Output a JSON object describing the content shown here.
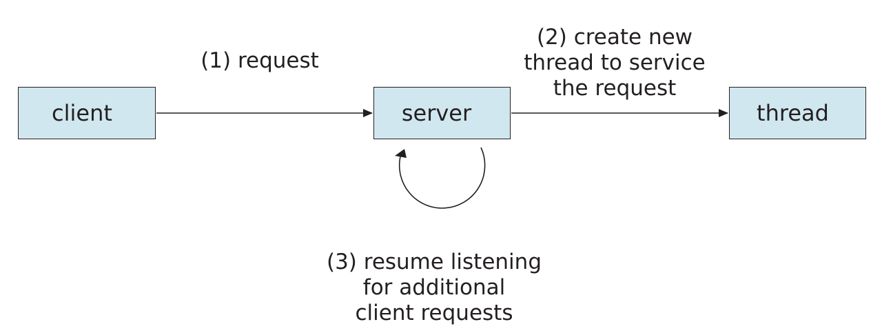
{
  "colors": {
    "box_fill": "#d1e7f0",
    "stroke": "#231f20"
  },
  "nodes": {
    "client": "client",
    "server": "server",
    "thread": "thread"
  },
  "labels": {
    "request": "(1) request",
    "create_new_thread": [
      "(2) create new",
      "thread to service",
      "the request"
    ],
    "resume_listening": [
      "(3) resume listening",
      "for additional",
      "client requests"
    ]
  },
  "edges": [
    {
      "from": "client",
      "to": "server",
      "label": "(1) request"
    },
    {
      "from": "server",
      "to": "thread",
      "label": "(2) create new thread to service the request"
    },
    {
      "from": "server",
      "to": "server",
      "label": "(3) resume listening for additional client requests"
    }
  ]
}
